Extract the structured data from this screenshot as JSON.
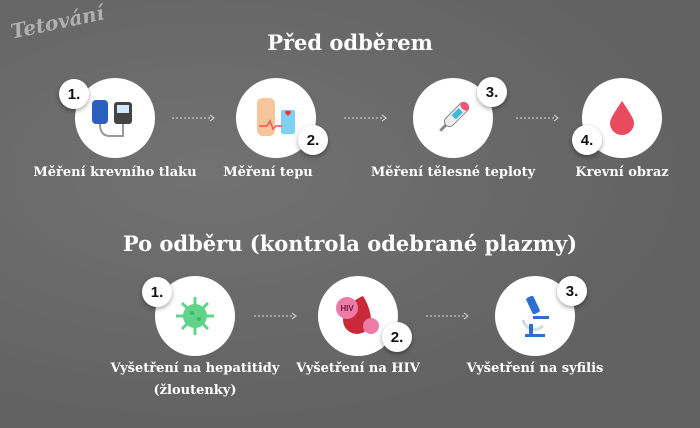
{
  "logo": "Tetování",
  "section1": {
    "title": "Před odběrem",
    "steps": [
      {
        "num": "1.",
        "label": "Měření krevního tlaku",
        "icon": "blood-pressure-icon"
      },
      {
        "num": "2.",
        "label": "Měření tepu",
        "icon": "pulse-icon"
      },
      {
        "num": "3.",
        "label": "Měření tělesné teploty",
        "icon": "thermometer-icon"
      },
      {
        "num": "4.",
        "label": "Krevní obraz",
        "icon": "blood-drop-icon"
      }
    ]
  },
  "section2": {
    "title": "Po odběru (kontrola odebrané plazmy)",
    "steps": [
      {
        "num": "1.",
        "label": "Vyšetření na hepatitidy",
        "label2": "(žloutenky)",
        "icon": "virus-icon"
      },
      {
        "num": "2.",
        "label": "Vyšetření na HIV",
        "icon": "hiv-icon",
        "icon_text": "HIV"
      },
      {
        "num": "3.",
        "label": "Vyšetření na syfilis",
        "icon": "microscope-icon"
      }
    ]
  }
}
